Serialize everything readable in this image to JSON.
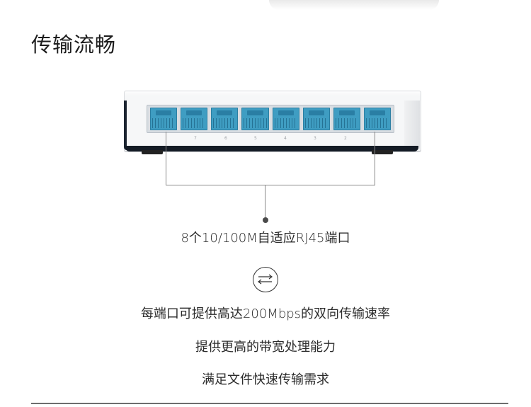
{
  "title": "传输流畅",
  "device": {
    "port_count": 8,
    "port_labels": [
      "7",
      "6",
      "5",
      "4",
      "3",
      "2"
    ],
    "port_color": "#3f9dc2"
  },
  "callout": "8个10/100M自适应RJ45端口",
  "icon": "bidirectional-arrows-icon",
  "features": [
    "每端口可提供高达200Mbps的双向传输速率",
    "提供更高的带宽处理能力",
    "满足文件快速传输需求"
  ]
}
